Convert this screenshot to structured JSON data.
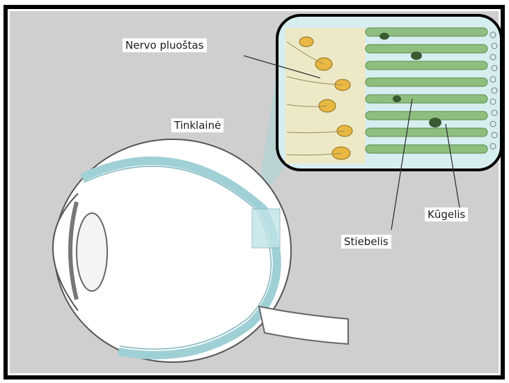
{
  "labels": {
    "nerve_fiber": "Nervo pluoštas",
    "retina": "Tinklainė",
    "cone": "Kūgelis",
    "rod": "Stiebelis"
  },
  "colors": {
    "background": "#cfcfcf",
    "frame": "#000000",
    "retina_layer": "#a8d8dc",
    "magnifier_fill": "#c8e8ea",
    "photoreceptor": "#8fbf7f",
    "nerve_cell": "#e8c04a",
    "eye_white": "#ffffff",
    "outline": "#555555"
  }
}
